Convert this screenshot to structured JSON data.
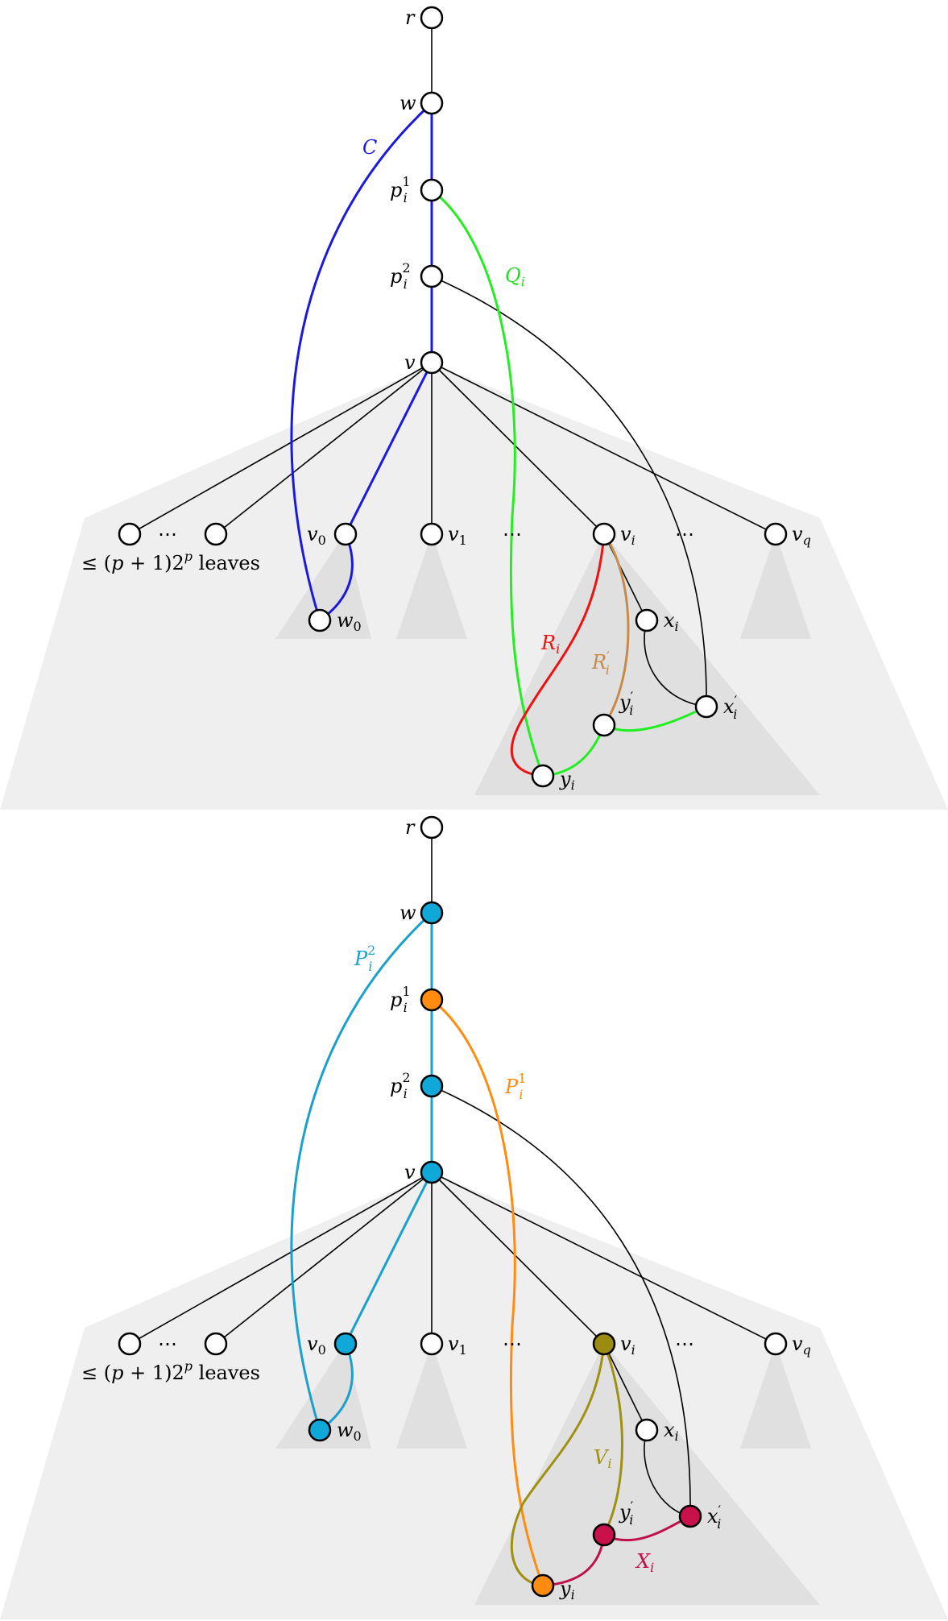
{
  "colors": {
    "region_light": "#efefef",
    "region_dark": "#e0e0e0",
    "edge": "#000000",
    "path_C": "#1a1adc",
    "path_Q": "#22ee22",
    "path_R": "#ee1111",
    "path_Rp": "#c88a4a",
    "path_P2": "#1aa0cc",
    "path_P1": "#ff8c10",
    "path_V": "#a09010",
    "path_X": "#c0104a",
    "node_blue": "#10a8d8",
    "node_orange": "#ff8c10",
    "node_olive": "#9a8c10",
    "node_crimson": "#c8104a"
  },
  "labels": {
    "r": "r",
    "w": "w",
    "p1": "p",
    "p1_sup": "1",
    "p2": "p",
    "p2_sup": "2",
    "sub_i": "i",
    "v": "v",
    "v0": "v",
    "v0_sub": "0",
    "v1": "v",
    "v1_sub": "1",
    "vi": "v",
    "vq": "v",
    "vq_sub": "q",
    "w0": "w",
    "w0_sub": "0",
    "xi": "x",
    "xpi": "x",
    "ypi": "y",
    "yi": "y",
    "prime": "′",
    "dots": "⋯",
    "leaves_prefix": "≤ (",
    "leaves_p": "p",
    "leaves_mid": " + 1)2",
    "leaves_sup": "p",
    "leaves_suffix": " leaves"
  },
  "path_labels": {
    "C": "C",
    "Q": "Q",
    "R": "R",
    "Rp": "R",
    "P2": "P",
    "P2_sup": "2",
    "P1": "P",
    "P1_sup": "1",
    "V": "V",
    "X": "X"
  }
}
